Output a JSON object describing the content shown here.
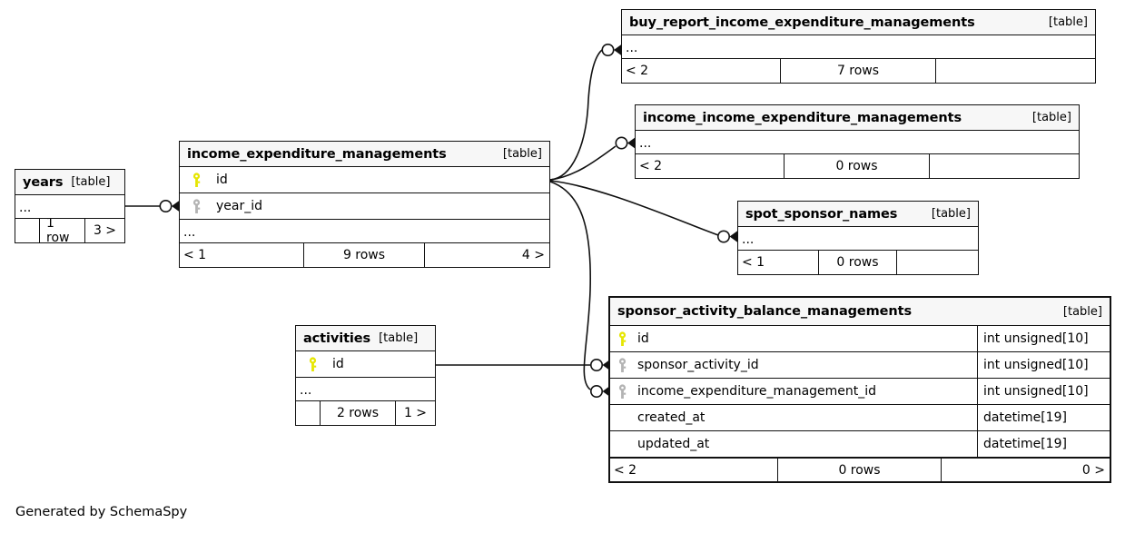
{
  "diagram": {
    "title": "SchemaSpy relationships diagram",
    "credit": "Generated by SchemaSpy",
    "table_tag": "[table]",
    "colors": {
      "background": "#ffffff",
      "border": "#111111",
      "header_fill": "#f7f7f7",
      "primary_key": "#e6e600",
      "foreign_key": "#b3b3b3",
      "text": "#000000"
    }
  },
  "tables": [
    {
      "id": "years",
      "name": "years",
      "tag": "[table]",
      "emphasized": false,
      "ellipsis": "...",
      "columns": [],
      "footer": {
        "left": "",
        "middle": "1 row",
        "right": "3 >"
      }
    },
    {
      "id": "income_expenditure_managements",
      "name": "income_expenditure_managements",
      "tag": "[table]",
      "emphasized": false,
      "ellipsis": "...",
      "columns": [
        {
          "name": "id",
          "key": "primary",
          "type": ""
        },
        {
          "name": "year_id",
          "key": "foreign",
          "type": ""
        }
      ],
      "footer": {
        "left": "< 1",
        "middle": "9 rows",
        "right": "4 >"
      }
    },
    {
      "id": "buy_report_income_expenditure_managements",
      "name": "buy_report_income_expenditure_managements",
      "tag": "[table]",
      "emphasized": false,
      "ellipsis": "...",
      "columns": [],
      "footer": {
        "left": "< 2",
        "middle": "7 rows",
        "right": ""
      }
    },
    {
      "id": "income_income_expenditure_managements",
      "name": "income_income_expenditure_managements",
      "tag": "[table]",
      "emphasized": false,
      "ellipsis": "...",
      "columns": [],
      "footer": {
        "left": "< 2",
        "middle": "0 rows",
        "right": ""
      }
    },
    {
      "id": "spot_sponsor_names",
      "name": "spot_sponsor_names",
      "tag": "[table]",
      "emphasized": false,
      "ellipsis": "...",
      "columns": [],
      "footer": {
        "left": "< 1",
        "middle": "0 rows",
        "right": ""
      }
    },
    {
      "id": "activities",
      "name": "activities",
      "tag": "[table]",
      "emphasized": false,
      "ellipsis": "...",
      "columns": [
        {
          "name": "id",
          "key": "primary",
          "type": ""
        }
      ],
      "footer": {
        "left": "",
        "middle": "2 rows",
        "right": "1 >"
      }
    },
    {
      "id": "sponsor_activity_balance_managements",
      "name": "sponsor_activity_balance_managements",
      "tag": "[table]",
      "emphasized": true,
      "ellipsis": null,
      "columns": [
        {
          "name": "id",
          "key": "primary",
          "type": "int unsigned[10]"
        },
        {
          "name": "sponsor_activity_id",
          "key": "foreign",
          "type": "int unsigned[10]"
        },
        {
          "name": "income_expenditure_management_id",
          "key": "foreign",
          "type": "int unsigned[10]"
        },
        {
          "name": "created_at",
          "key": "none",
          "type": "datetime[19]"
        },
        {
          "name": "updated_at",
          "key": "none",
          "type": "datetime[19]"
        }
      ],
      "footer": {
        "left": "< 2",
        "middle": "0 rows",
        "right": "0 >"
      }
    }
  ],
  "relationships": [
    {
      "from": "years",
      "to": "income_expenditure_managements",
      "to_column": "year_id"
    },
    {
      "from": "income_expenditure_managements",
      "to": "buy_report_income_expenditure_managements",
      "to_column": "..."
    },
    {
      "from": "income_expenditure_managements",
      "to": "income_income_expenditure_managements",
      "to_column": "..."
    },
    {
      "from": "income_expenditure_managements",
      "to": "spot_sponsor_names",
      "to_column": "..."
    },
    {
      "from": "income_expenditure_managements",
      "to": "sponsor_activity_balance_managements",
      "to_column": "income_expenditure_management_id"
    },
    {
      "from": "activities",
      "to": "sponsor_activity_balance_managements",
      "to_column": "sponsor_activity_id"
    }
  ]
}
